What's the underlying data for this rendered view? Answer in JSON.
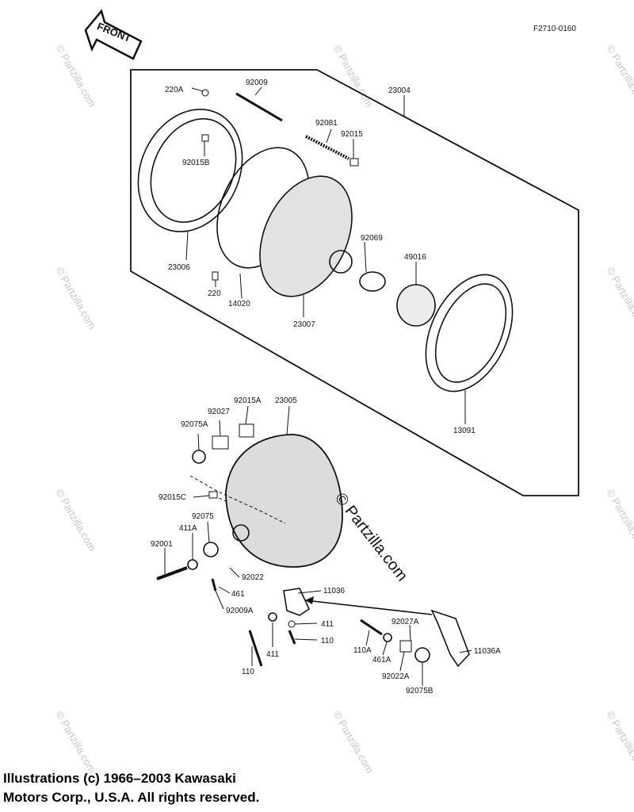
{
  "diagram": {
    "front_label": "FRONT",
    "figure_code": "F2710-0160",
    "watermark": "© Partzilla.com",
    "parts": {
      "p220A": "220A",
      "p92009": "92009",
      "p23004": "23004",
      "p92081": "92081",
      "p92015": "92015",
      "p92015B": "92015B",
      "p92069": "92069",
      "p49016": "49016",
      "p23006": "23006",
      "p220": "220",
      "p14020": "14020",
      "p23007": "23007",
      "p13091": "13091",
      "p92015A": "92015A",
      "p23005": "23005",
      "p92027": "92027",
      "p92075A": "92075A",
      "p92015C": "92015C",
      "p92075": "92075",
      "p411A": "411A",
      "p92001": "92001",
      "p92022": "92022",
      "p461": "461",
      "p11036": "11036",
      "p92009A": "92009A",
      "p411": "411",
      "p411b": "411",
      "p110": "110",
      "p110b": "110",
      "p92027A": "92027A",
      "p110A": "110A",
      "p461A": "461A",
      "p11036A": "11036A",
      "p92022A": "92022A",
      "p92075B": "92075B"
    }
  },
  "footer": {
    "copyright": "Illustrations (c) 1966–2003 Kawasaki\nMotors Corp., U.S.A.  All rights reserved."
  }
}
